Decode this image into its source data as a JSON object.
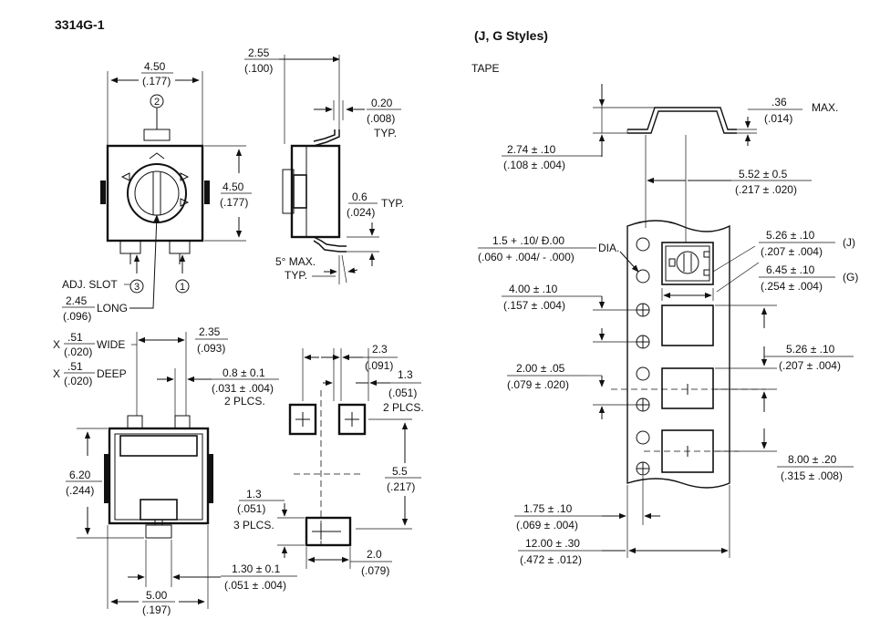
{
  "title_left": "3314G-1",
  "title_right": "(J, G Styles)",
  "tape_label": "TAPE",
  "top_view": {
    "width_mm": "4.50",
    "width_in": "(.177)",
    "height_mm": "4.50",
    "height_in": "(.177)",
    "pin2": "2",
    "pin3": "3",
    "pin1": "1",
    "adj_slot": "ADJ. SLOT",
    "long_mm": "2.45",
    "long_in": "(.096)",
    "long_word": "LONG"
  },
  "side_view": {
    "top_mm": "2.55",
    "top_in": "(.100)",
    "lead_mm": "0.20",
    "lead_in": "(.008)",
    "typ1": "TYP.",
    "pad_mm": "0.6",
    "pad_in": "(.024)",
    "typ2": "TYP.",
    "angle": "5° MAX.",
    "typ3": "TYP."
  },
  "bottom_view": {
    "wide_x": "X",
    "wide_mm": ".51",
    "wide_in": "(.020)",
    "wide_word": "WIDE",
    "deep_x": "X",
    "deep_mm": ".51",
    "deep_in": "(.020)",
    "deep_word": "DEEP",
    "span_mm": "2.35",
    "span_in": "(.093)",
    "pin_mm": "0.8 ± 0.1",
    "pin_in": "(.031 ± .004)",
    "pin_plcs": "2 PLCS.",
    "h_mm": "6.20",
    "h_in": "(.244)",
    "b_mm": "1.30 ± 0.1",
    "b_in": "(.051 ± .004)",
    "w_mm": "5.00",
    "w_in": "(.197)"
  },
  "pad_layout": {
    "a_mm": "2.3",
    "a_in": "(.091)",
    "b_mm": "1.3",
    "b_in": "(.051)",
    "b_plcs": "2 PLCS.",
    "c_mm": "5.5",
    "c_in": "(.217)",
    "d_mm": "1.3",
    "d_in": "(.051)",
    "d_plcs": "3 PLCS.",
    "e_mm": "2.0",
    "e_in": "(.079)"
  },
  "tape": {
    "max_mm": ".36",
    "max_in": "(.014)",
    "max_word": "MAX.",
    "d1_mm": "2.74 ± .10",
    "d1_in": "(.108 ± .004)",
    "d2_mm": "5.52 ± 0.5",
    "d2_in": "(.217 ± .020)",
    "hole_mm": "1.5 + .10/ Ð.00",
    "hole_word": "DIA.",
    "hole_in": "(.060 + .004/ - .000)",
    "j_mm": "5.26 ± .10",
    "j_in": "(.207 ± .004)",
    "j_tag": "(J)",
    "g_mm": "6.45 ± .10",
    "g_in": "(.254 ± .004)",
    "g_tag": "(G)",
    "p1_mm": "4.00 ± .10",
    "p1_in": "(.157 ± .004)",
    "p2_mm": "5.26 ± .10",
    "p2_in": "(.207 ± .004)",
    "p3_mm": "2.00 ± .05",
    "p3_in": "(.079 ± .020)",
    "p4_mm": "8.00 ± .20",
    "p4_in": "(.315 ± .008)",
    "e_mm": "1.75 ± .10",
    "e_in": "(.069 ± .004)",
    "w_mm": "12.00 ± .30",
    "w_in": "(.472 ± .012)"
  }
}
